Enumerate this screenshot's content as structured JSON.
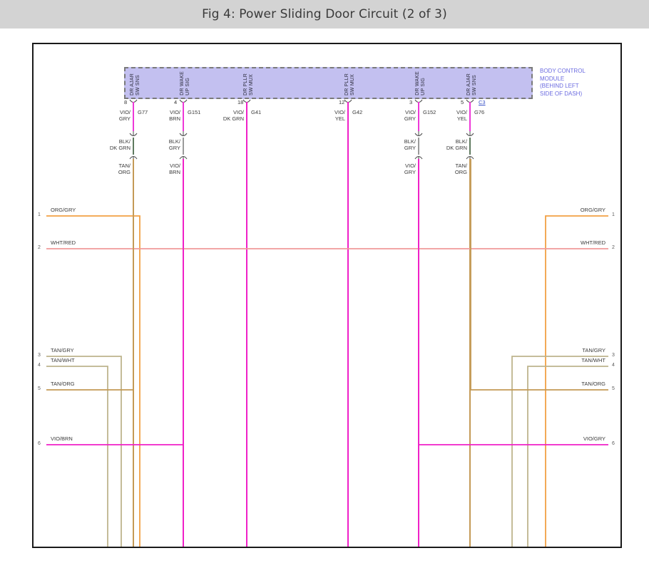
{
  "header": {
    "title": "Fig 4: Power Sliding Door Circuit (2 of 3)"
  },
  "module": {
    "name": "BODY CONTROL\nMODULE\n(BEHIND LEFT\nSIDE OF DASH)",
    "connector_id": "C3",
    "accent_color": "#6b6be0",
    "box_fill": "#c3c0f0",
    "box_border": "#7a7a7a"
  },
  "colors": {
    "violet": "#ee38d8",
    "magenta": "#f020c8",
    "orange": "#f2a044",
    "tan": "#c49a56",
    "tan_light": "#bdb48d",
    "dark_green": "#5f7a5f",
    "gray_wire": "#9a9a9a",
    "pink_red": "#f09a9a",
    "frame": "#1a1a1a",
    "header_bg": "#d3d3d3",
    "text": "#3a3a3a"
  },
  "pins": [
    {
      "pin": "8",
      "signal": "DR AJAR\nSW SNS",
      "wire_top": "VIO/\nGRY",
      "ground_id": "G77",
      "wire_mid": "BLK/\nDK GRN",
      "wire_bot": "TAN/\nORG",
      "has_splice": true,
      "mid_color": "dark_green",
      "bottom_color": "tan"
    },
    {
      "pin": "4",
      "signal": "DR WAKE\nUP SIG",
      "wire_top": "VIO/\nBRN",
      "ground_id": "G151",
      "wire_mid": "BLK/\nGRY",
      "wire_bot": "VIO/\nBRN",
      "has_splice": true,
      "mid_color": "gray_wire",
      "bottom_color": "magenta"
    },
    {
      "pin": "18",
      "signal": "DR PLLR\nSW MUX",
      "wire_top": "VIO/\nDK GRN",
      "ground_id": "G41",
      "wire_mid": "",
      "wire_bot": "",
      "has_splice": false,
      "mid_color": "",
      "bottom_color": "magenta"
    },
    {
      "pin": "12",
      "signal": "DR PLLR\nSW MUX",
      "wire_top": "VIO/\nYEL",
      "ground_id": "G42",
      "wire_mid": "",
      "wire_bot": "",
      "has_splice": false,
      "mid_color": "",
      "bottom_color": "magenta"
    },
    {
      "pin": "3",
      "signal": "DR WAKE\nUP SIG",
      "wire_top": "VIO/\nGRY",
      "ground_id": "G152",
      "wire_mid": "BLK/\nGRY",
      "wire_bot": "VIO/\nGRY",
      "has_splice": true,
      "mid_color": "gray_wire",
      "bottom_color": "magenta"
    },
    {
      "pin": "5",
      "signal": "DR AJAR\nSW SNS",
      "wire_top": "VIO/\nYEL",
      "ground_id": "G76",
      "wire_mid": "BLK/\nDK GRN",
      "wire_bot": "TAN/\nORG",
      "has_splice": true,
      "mid_color": "dark_green",
      "bottom_color": "tan"
    }
  ],
  "left_terminals": [
    {
      "num": "1",
      "label": "ORG/GRY",
      "color": "orange"
    },
    {
      "num": "2",
      "label": "WHT/RED",
      "color": "pink_red"
    },
    {
      "num": "3",
      "label": "TAN/GRY",
      "color": "tan_light"
    },
    {
      "num": "4",
      "label": "TAN/WHT",
      "color": "tan_light"
    },
    {
      "num": "5",
      "label": "TAN/ORG",
      "color": "tan"
    },
    {
      "num": "6",
      "label": "VIO/BRN",
      "color": "magenta"
    }
  ],
  "right_terminals": [
    {
      "num": "1",
      "label": "ORG/GRY",
      "color": "orange"
    },
    {
      "num": "2",
      "label": "WHT/RED",
      "color": "pink_red"
    },
    {
      "num": "3",
      "label": "TAN/GRY",
      "color": "tan_light"
    },
    {
      "num": "4",
      "label": "TAN/WHT",
      "color": "tan_light"
    },
    {
      "num": "5",
      "label": "TAN/ORG",
      "color": "tan"
    },
    {
      "num": "6",
      "label": "VIO/GRY",
      "color": "magenta"
    }
  ]
}
